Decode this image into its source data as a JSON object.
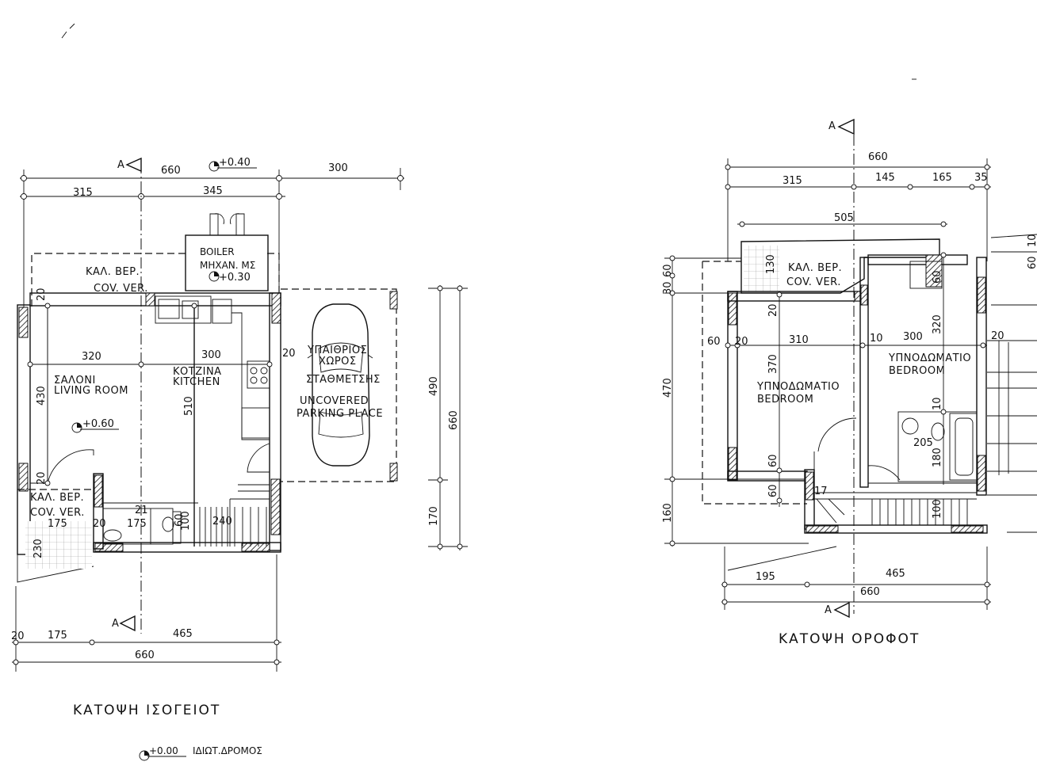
{
  "ground_plan": {
    "title": "ΚΑΤΟΨΗ ΙΣΟΓΕΙΟΤ",
    "level_road": "+0.00",
    "road_label": "ΙΔΙΩΤ.ΔΡΟΜΟΣ",
    "level_entry": "+0.40",
    "level_boiler": "+0.30",
    "level_floor": "+0.60",
    "section_marker": "A",
    "rooms": {
      "living_gr": "ΣΑΛΟΝΙ",
      "living_en": "LIVING ROOM",
      "kitchen_gr": "ΚΟΤΖΙΝΑ",
      "kitchen_en": "KITCHEN",
      "boiler": "BOILER",
      "machine": "ΜΗΧΑΝ. ΜΣ",
      "covver_gr": "ΚΑΛ. ΒΕΡ.",
      "covver_en": "COV. VER.",
      "covver2_gr": "ΚΑΛ. ΒΕΡ.",
      "covver2_en": "COV. VER.",
      "parking_gr1": "ΥΠΑΙΘΡΙΟΣ",
      "parking_gr2": "ΧΩΡΟΣ",
      "parking_gr3": "ΣΤΑΘΜΕΤΣΗΣ",
      "parking_en1": "UNCOVERED",
      "parking_en2": "PARKING PLACE"
    },
    "dims": {
      "top_660": "660",
      "top_300": "300",
      "top_315": "315",
      "top_345": "345",
      "living_w": "320",
      "kitchen_w": "300",
      "gap20": "20",
      "d20a": "20",
      "d20b": "20",
      "living_h": "430",
      "kitchen_h": "510",
      "right_490": "490",
      "right_660": "660",
      "right_170": "170",
      "b175": "175",
      "b175b": "175",
      "b20": "20",
      "b21": "21",
      "b100": "100",
      "b240": "240",
      "b230": "230",
      "b60": "60",
      "bot_20": "20",
      "bot_175": "175",
      "bot_465": "465",
      "bot_660": "660"
    }
  },
  "upper_plan": {
    "title": "ΚΑΤΟΨΗ ΟΡΟΦΟΤ",
    "section_marker": "A",
    "rooms": {
      "covver_gr": "ΚΑΛ. ΒΕΡ.",
      "covver_en": "COV. VER.",
      "bed1_gr": "ΥΠΝΟΔΩΜΑΤΙΟ",
      "bed1_en": "BEDROOM",
      "bed2_gr": "ΥΠΝΟΔΩΜΑΤΙΟ",
      "bed2_en": "BEDROOM"
    },
    "dims": {
      "top_660": "660",
      "top_315": "315",
      "top_145": "145",
      "top_165": "165",
      "top_35": "35",
      "top_505": "505",
      "l_30": "30",
      "l_60": "60",
      "l_470": "470",
      "l_160": "160",
      "d130": "130",
      "d20": "20",
      "d60a": "60",
      "d20b": "20",
      "bed1_w": "310",
      "bed1_h": "370",
      "d10": "10",
      "bed2_w": "300",
      "bed2_h": "320",
      "d20c": "20",
      "d60b": "60",
      "d60c": "60",
      "d60d": "60",
      "d17": "17",
      "d100": "100",
      "d180": "180",
      "d205": "205",
      "d10b": "10",
      "bot_195": "195",
      "bot_465": "465",
      "bot_660": "660",
      "r_60": "60",
      "r_10": "10"
    }
  }
}
